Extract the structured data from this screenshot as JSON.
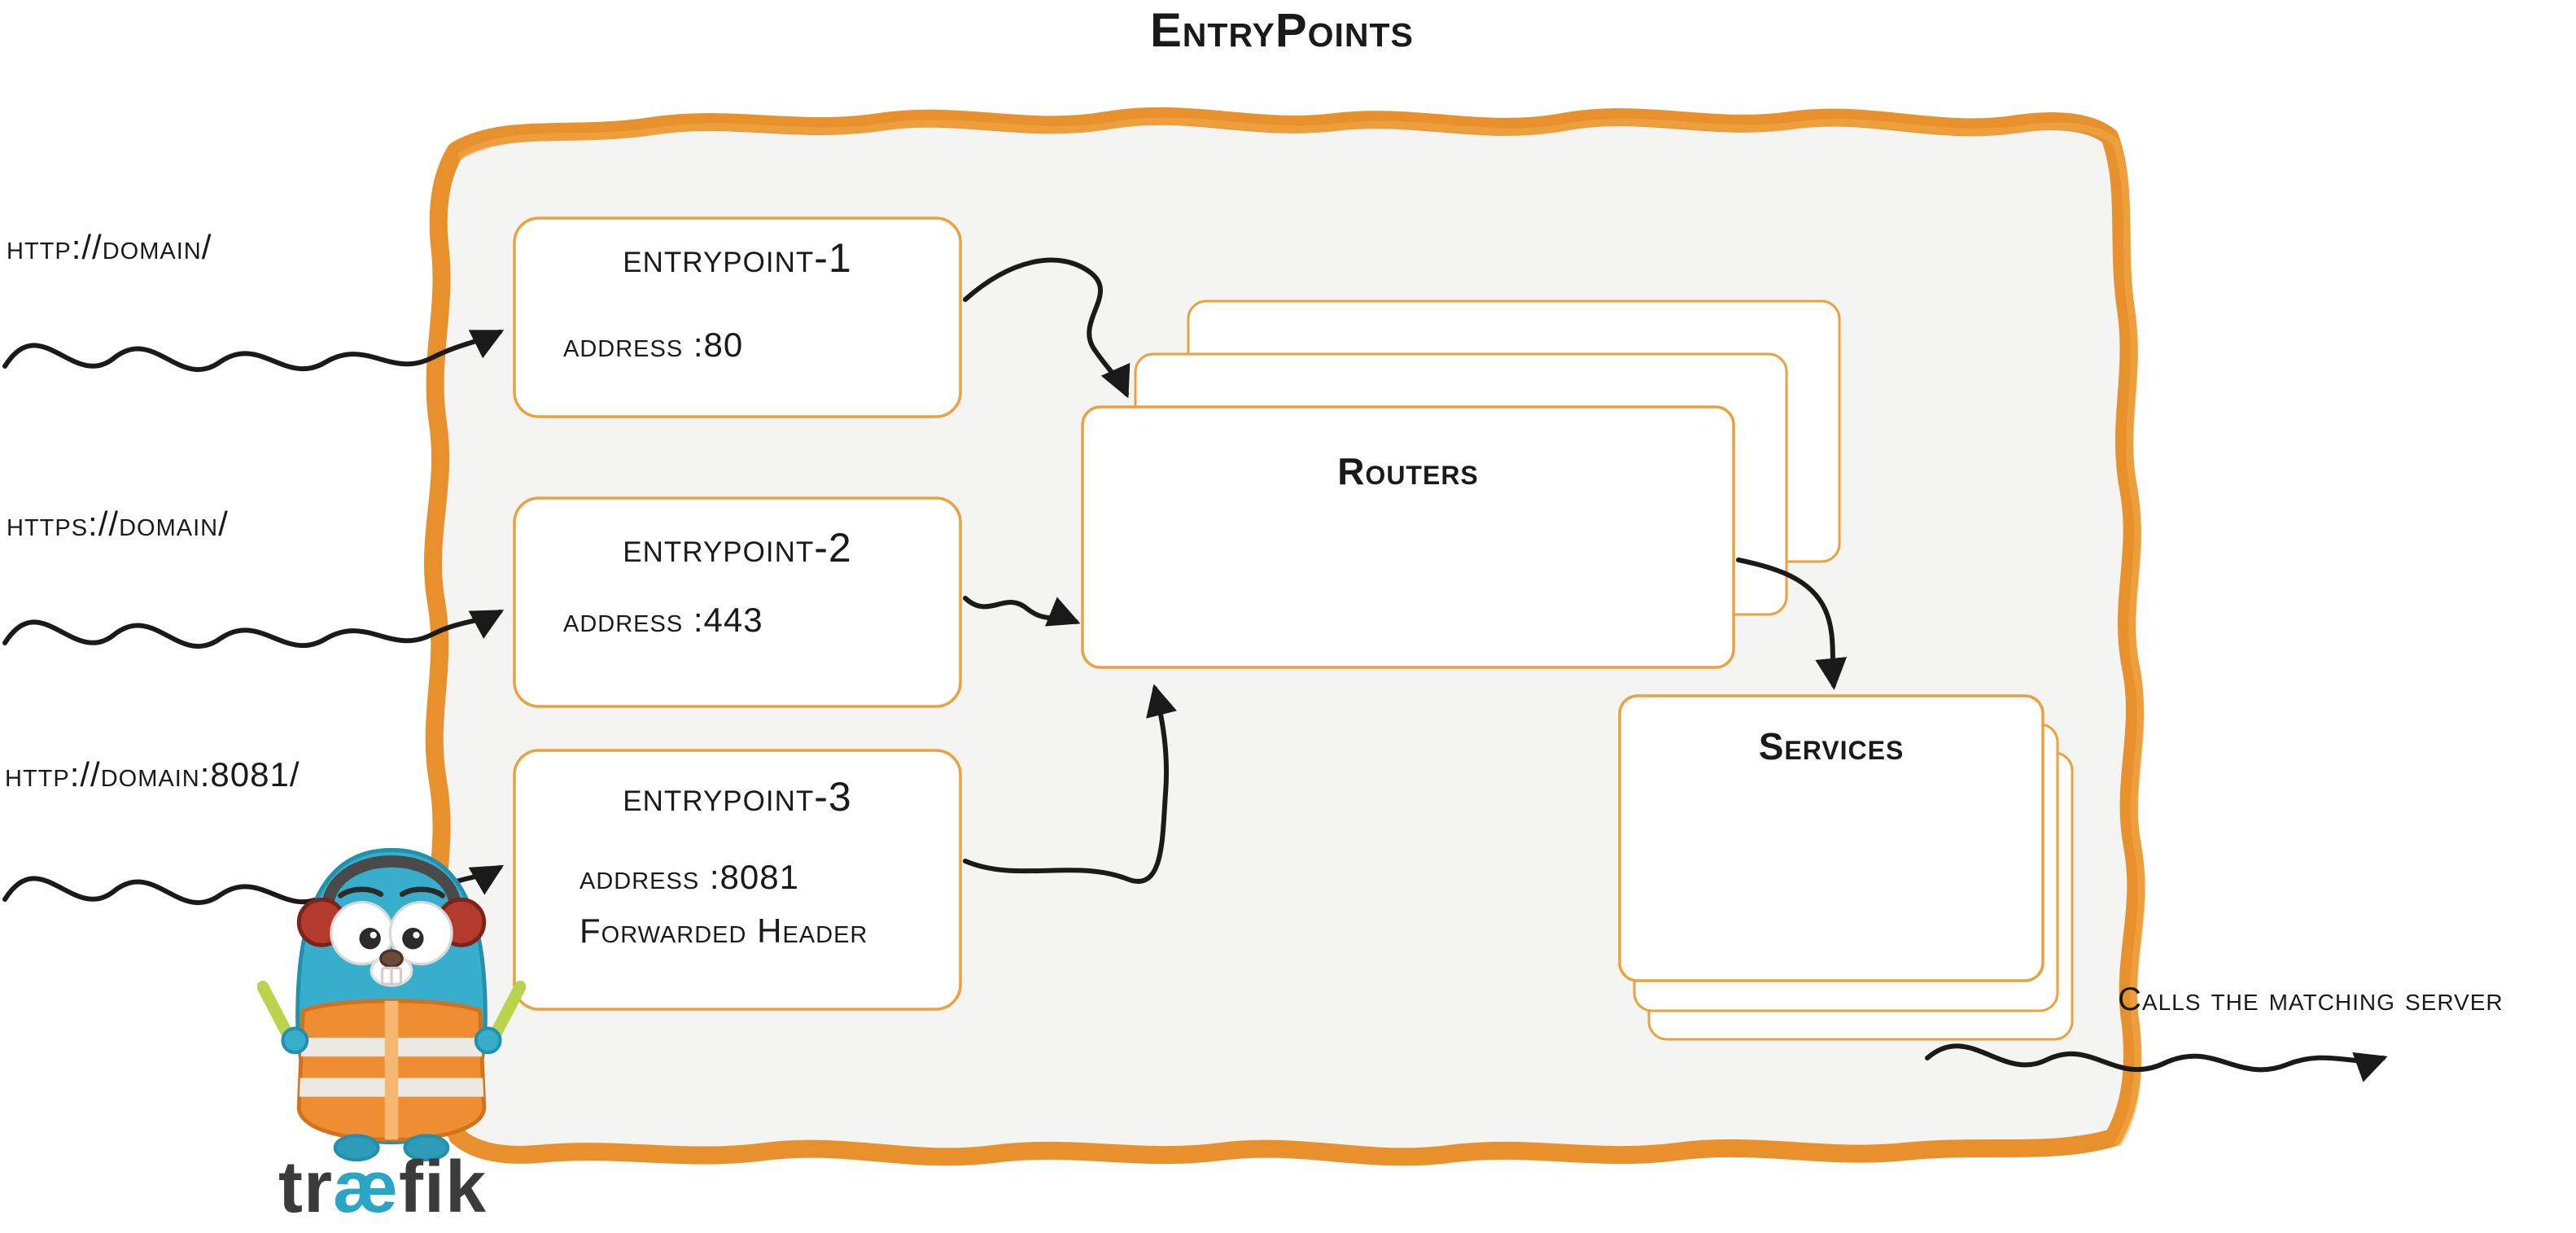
{
  "title": "EntryPoints",
  "incoming_requests": [
    {
      "label": "http://domain/"
    },
    {
      "label": "https://domain/"
    },
    {
      "label": "http://domain:8081/"
    }
  ],
  "entrypoints": [
    {
      "name": "entrypoint-1",
      "address": "address :80"
    },
    {
      "name": "entrypoint-2",
      "address": "address :443"
    },
    {
      "name": "entrypoint-3",
      "address": "address :8081",
      "extra": "Forwarded Header"
    }
  ],
  "routers": {
    "label": "Routers"
  },
  "services": {
    "label": "Services"
  },
  "outgoing": {
    "label": "Calls the matching server"
  },
  "logo": {
    "pre": "tr",
    "ligature": "æ",
    "post": "fik",
    "full": "træfik"
  },
  "colors": {
    "border_orange": "#E8912C",
    "box_stroke_orange": "#E9A23D",
    "panel_fill": "#F4F4F2",
    "arrow_black": "#1A1A1A",
    "traefik_blue": "#37AECB",
    "vest_orange": "#EF8D32",
    "baton_green": "#B9D34D",
    "logo_text": "#3B3B3B",
    "logo_ligature": "#2AA5C6"
  }
}
